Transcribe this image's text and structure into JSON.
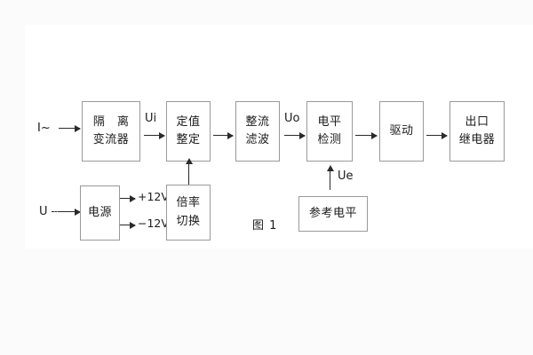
{
  "figure": {
    "caption": "图 1",
    "background": "#fbfbfc",
    "plate_color": "#ffffff",
    "box_border_color": "#9a9a9a",
    "line_color": "#2a2a2a",
    "text_color": "#1b1b1b"
  },
  "blocks": [
    {
      "id": "isolation-transformer",
      "line1": "隔 离",
      "line2": "变流器"
    },
    {
      "id": "setting-value",
      "line1": "定值",
      "line2": "整定"
    },
    {
      "id": "rectify-filter",
      "line1": "整流",
      "line2": "滤波"
    },
    {
      "id": "level-detect",
      "line1": "电平",
      "line2": "检测"
    },
    {
      "id": "driver",
      "line1": "驱动",
      "line2": ""
    },
    {
      "id": "output-relay",
      "line1": "出口",
      "line2": "继电器"
    },
    {
      "id": "power-supply",
      "line1": "电源",
      "line2": ""
    },
    {
      "id": "multiplier-switch",
      "line1": "倍率",
      "line2": "切换"
    },
    {
      "id": "reference-level",
      "line1": "参考电平",
      "line2": ""
    }
  ],
  "labels": {
    "current_input": "I~",
    "voltage_input": "U",
    "ui": "Ui",
    "uo": "Uo",
    "ue": "Ue",
    "plus12v": "+12V",
    "minus12v": "−12V"
  }
}
